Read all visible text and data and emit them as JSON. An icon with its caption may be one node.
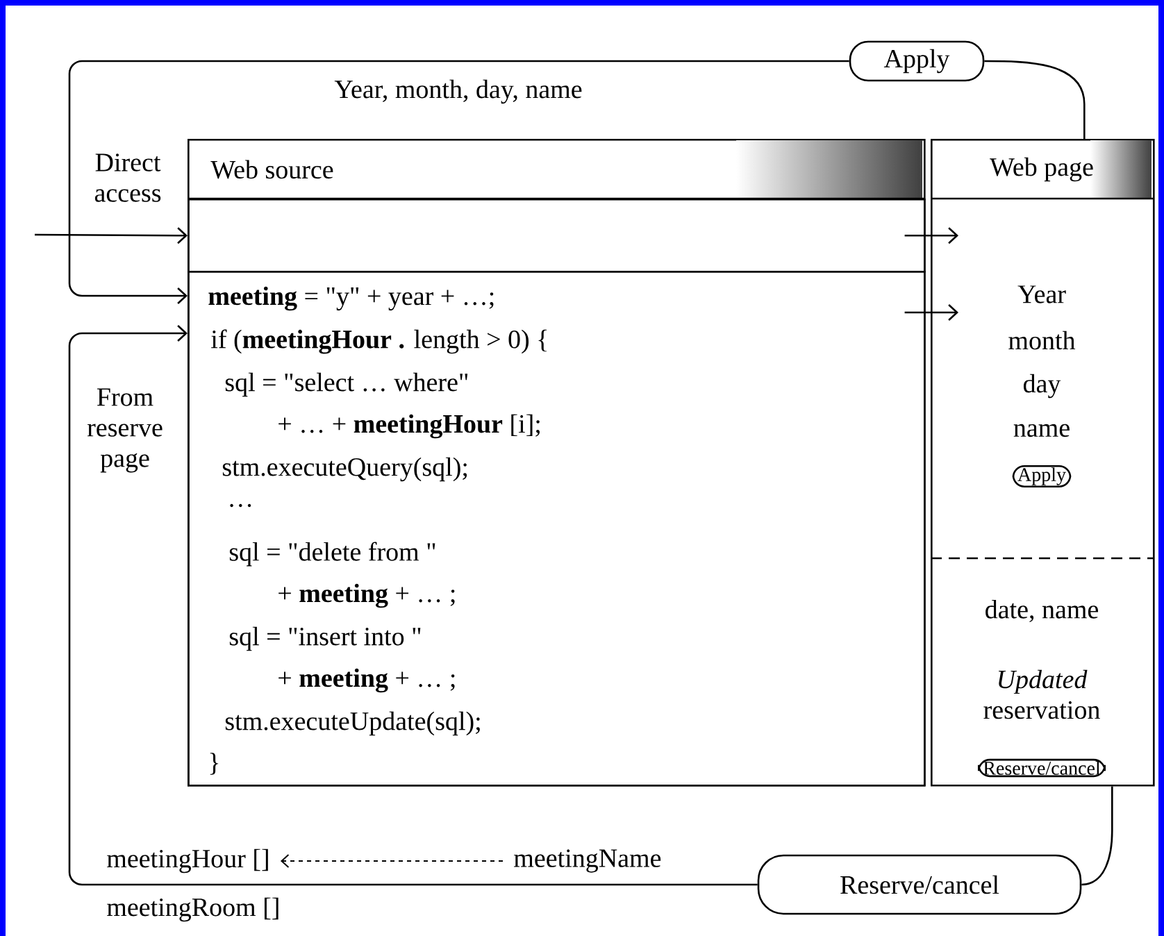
{
  "diagram": {
    "nodes": [
      {
        "text": [
          "Web source"
        ]
      },
      {
        "text": [],
        "shape": "box",
        "in": 0
      },
      {
        "text": [
          "**meeting** = \"y\" + year + …;",
          "if (**meetingHour .** length > 0) {",
          "sql = \"select …  where\"",
          "+ … + **meetingHour** [i];",
          "stm.executeQuery(sql);",
          "…",
          "sql = \"delete from \"",
          "+ **meeting** + … ;",
          "sql = \"insert into \"",
          "+ **meeting** + … ;",
          "stm.executeUpdate(sql);",
          "}"
        ],
        "in": 0
      },
      {
        "text": [
          "Web page",
          "Year",
          "month",
          "day",
          "name",
          "date, name",
          "*Updated* reservation"
        ]
      },
      {
        "text": [
          "Apply"
        ],
        "in": 3
      },
      {
        "text": [
          "Reserve/cancel"
        ],
        "in": 3
      },
      {
        "text": [
          "Apply"
        ]
      },
      {
        "text": [
          "Reserve/cancel"
        ]
      },
      {
        "text": [
          "meetingHour []"
        ]
      },
      {
        "text": [
          "meetingName"
        ]
      }
    ],
    "edges": [
      {
        "from": 3,
        "to": 6,
        "arrow": "none"
      },
      {
        "from": 6,
        "to": 2,
        "arrow": "to",
        "label": "Year, month, day, name"
      },
      {
        "from": null,
        "to": 1,
        "arrow": "to",
        "label": "Direct access"
      },
      {
        "from": 1,
        "to": 3,
        "arrow": "to"
      },
      {
        "from": 2,
        "to": 3,
        "arrow": "to"
      },
      {
        "from": 3,
        "to": 7,
        "arrow": "none"
      },
      {
        "from": 7,
        "to": 2,
        "arrow": "to",
        "label": "From reserve page"
      },
      {
        "from": 9,
        "to": 8,
        "arrow": "to",
        "style": "dashed"
      }
    ],
    "labels": [
      "meetingRoom []"
    ]
  }
}
